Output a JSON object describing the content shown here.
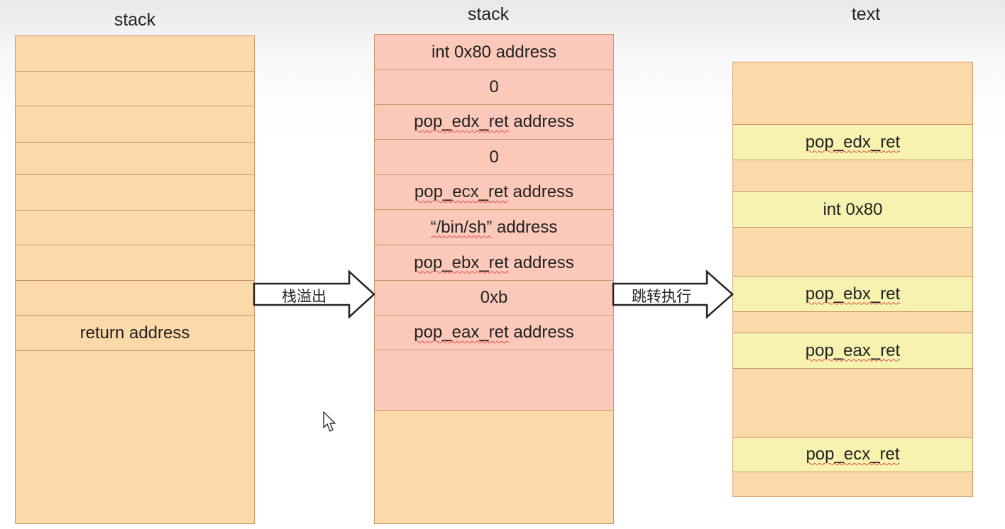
{
  "columns": {
    "left": {
      "title": "stack",
      "cells": [
        "",
        "",
        "",
        "",
        "",
        "",
        "",
        "",
        "return address",
        ""
      ]
    },
    "middle": {
      "title": "stack",
      "cells": [
        {
          "word": "int",
          "rest": " 0x80 address"
        },
        {
          "word": "",
          "rest": "0"
        },
        {
          "word": "pop_edx_ret",
          "rest": " address"
        },
        {
          "word": "",
          "rest": "0"
        },
        {
          "word": "pop_ecx_ret",
          "rest": " address"
        },
        {
          "word": "“/bin/sh”",
          "rest": " address"
        },
        {
          "word": "pop_ebx_ret",
          "rest": " address"
        },
        {
          "word": "",
          "rest": "0xb"
        },
        {
          "word": "pop_eax_ret",
          "rest": " address"
        },
        {
          "word": "",
          "rest": ""
        },
        {
          "word": "",
          "rest": ""
        }
      ]
    },
    "right": {
      "title": "text",
      "cells": [
        "",
        "pop_edx_ret",
        "",
        "int 0x80",
        "",
        "pop_ebx_ret",
        "",
        "pop_eax_ret",
        "",
        "pop_ecx_ret",
        ""
      ]
    }
  },
  "arrows": {
    "overflow_label": "栈溢出",
    "jump_label": "跳转执行"
  },
  "colors": {
    "frame": "#fcd9a8",
    "payload": "#fbc8b9",
    "gadget": "#f8f2b0",
    "border": "#c9956a"
  }
}
